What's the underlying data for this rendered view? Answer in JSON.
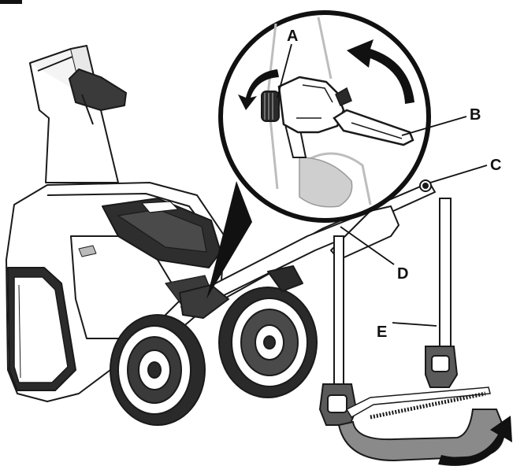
{
  "callouts": {
    "a": "A",
    "b": "B",
    "c": "C",
    "d": "D",
    "e": "E"
  },
  "colors": {
    "line": "#1a1a1a",
    "fill_dark": "#2a2a2a",
    "fill_mid": "#6f6f6f",
    "fill_light": "#d9d9d9",
    "grey_handle": "#8a8a8a",
    "ghost": "#bdbdbd"
  }
}
